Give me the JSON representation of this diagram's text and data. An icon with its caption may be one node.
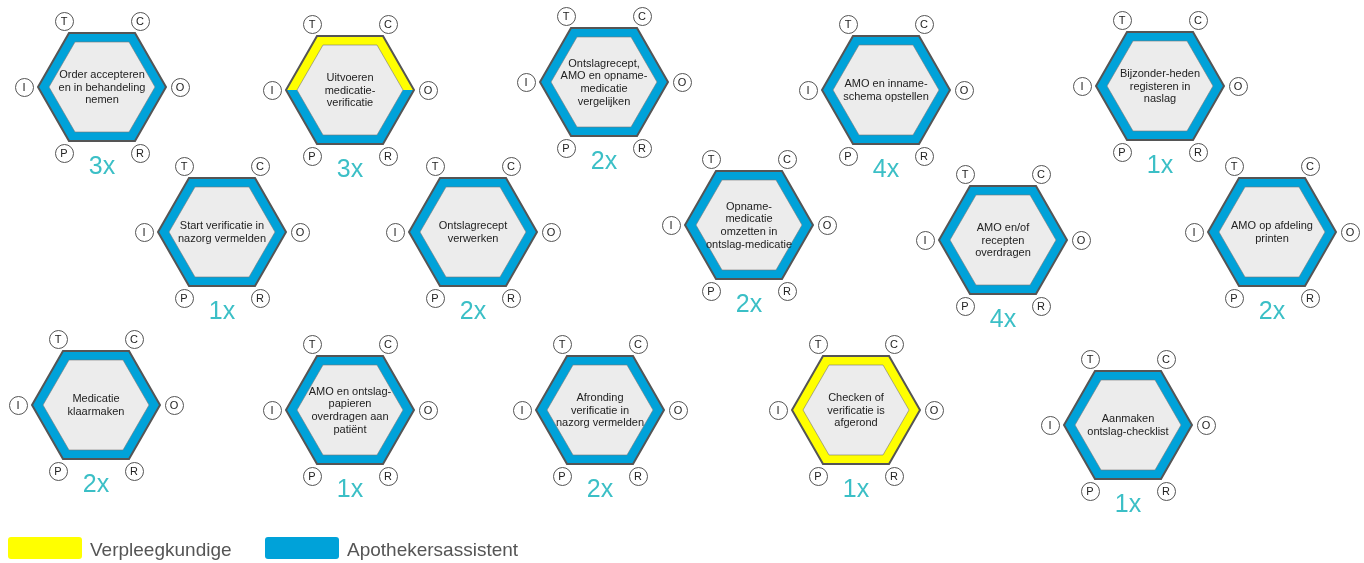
{
  "diagram": {
    "nodes": [
      {
        "text": [
          "Order accepteren en in behandeling nemen"
        ],
        "beside": [
          "3x"
        ]
      },
      {
        "text": [
          "T"
        ]
      },
      {
        "text": [
          "C"
        ]
      },
      {
        "text": [
          "I"
        ]
      },
      {
        "text": [
          "O"
        ]
      },
      {
        "text": [
          "P"
        ]
      },
      {
        "text": [
          "R"
        ]
      },
      {
        "text": [
          "Uitvoeren medicatie-verificatie"
        ],
        "beside": [
          "3x"
        ]
      },
      {
        "text": [
          "T"
        ]
      },
      {
        "text": [
          "C"
        ]
      },
      {
        "text": [
          "I"
        ]
      },
      {
        "text": [
          "O"
        ]
      },
      {
        "text": [
          "P"
        ]
      },
      {
        "text": [
          "R"
        ]
      },
      {
        "text": [
          "Ontslagrecept, AMO en opname-medicatie vergelijken"
        ],
        "beside": [
          "2x"
        ]
      },
      {
        "text": [
          "T"
        ]
      },
      {
        "text": [
          "C"
        ]
      },
      {
        "text": [
          "I"
        ]
      },
      {
        "text": [
          "O"
        ]
      },
      {
        "text": [
          "P"
        ]
      },
      {
        "text": [
          "R"
        ]
      },
      {
        "text": [
          "AMO en inname-schema opstellen"
        ],
        "beside": [
          "4x"
        ]
      },
      {
        "text": [
          "T"
        ]
      },
      {
        "text": [
          "C"
        ]
      },
      {
        "text": [
          "I"
        ]
      },
      {
        "text": [
          "O"
        ]
      },
      {
        "text": [
          "P"
        ]
      },
      {
        "text": [
          "R"
        ]
      },
      {
        "text": [
          "Bijzonder-heden registeren in naslag"
        ],
        "beside": [
          "1x"
        ]
      },
      {
        "text": [
          "T"
        ]
      },
      {
        "text": [
          "C"
        ]
      },
      {
        "text": [
          "I"
        ]
      },
      {
        "text": [
          "O"
        ]
      },
      {
        "text": [
          "P"
        ]
      },
      {
        "text": [
          "R"
        ]
      },
      {
        "text": [
          "Start verificatie in nazorg vermelden"
        ],
        "beside": [
          "1x"
        ]
      },
      {
        "text": [
          "T"
        ]
      },
      {
        "text": [
          "C"
        ]
      },
      {
        "text": [
          "I"
        ]
      },
      {
        "text": [
          "O"
        ]
      },
      {
        "text": [
          "P"
        ]
      },
      {
        "text": [
          "R"
        ]
      },
      {
        "text": [
          "Ontslagrecept verwerken"
        ],
        "beside": [
          "2x"
        ]
      },
      {
        "text": [
          "T"
        ]
      },
      {
        "text": [
          "C"
        ]
      },
      {
        "text": [
          "I"
        ]
      },
      {
        "text": [
          "O"
        ]
      },
      {
        "text": [
          "P"
        ]
      },
      {
        "text": [
          "R"
        ]
      },
      {
        "text": [
          "Opname-medicatie omzetten in ontslag-medicatie"
        ],
        "beside": [
          "2x"
        ]
      },
      {
        "text": [
          "T"
        ]
      },
      {
        "text": [
          "C"
        ]
      },
      {
        "text": [
          "I"
        ]
      },
      {
        "text": [
          "O"
        ]
      },
      {
        "text": [
          "P"
        ]
      },
      {
        "text": [
          "R"
        ]
      },
      {
        "text": [
          "AMO en/of recepten overdragen"
        ],
        "beside": [
          "4x"
        ]
      },
      {
        "text": [
          "T"
        ]
      },
      {
        "text": [
          "C"
        ]
      },
      {
        "text": [
          "I"
        ]
      },
      {
        "text": [
          "O"
        ]
      },
      {
        "text": [
          "P"
        ]
      },
      {
        "text": [
          "R"
        ]
      },
      {
        "text": [
          "AMO op afdeling printen"
        ],
        "beside": [
          "2x"
        ]
      },
      {
        "text": [
          "T"
        ]
      },
      {
        "text": [
          "C"
        ]
      },
      {
        "text": [
          "I"
        ]
      },
      {
        "text": [
          "O"
        ]
      },
      {
        "text": [
          "P"
        ]
      },
      {
        "text": [
          "R"
        ]
      },
      {
        "text": [
          "Medicatie klaarmaken"
        ],
        "beside": [
          "2x"
        ]
      },
      {
        "text": [
          "T"
        ]
      },
      {
        "text": [
          "C"
        ]
      },
      {
        "text": [
          "I"
        ]
      },
      {
        "text": [
          "O"
        ]
      },
      {
        "text": [
          "P"
        ]
      },
      {
        "text": [
          "R"
        ]
      },
      {
        "text": [
          "AMO en ontslag-papieren overdragen aan patiënt"
        ],
        "beside": [
          "1x"
        ]
      },
      {
        "text": [
          "T"
        ]
      },
      {
        "text": [
          "C"
        ]
      },
      {
        "text": [
          "I"
        ]
      },
      {
        "text": [
          "O"
        ]
      },
      {
        "text": [
          "P"
        ]
      },
      {
        "text": [
          "R"
        ]
      },
      {
        "text": [
          "Afronding verificatie in nazorg vermelden"
        ],
        "beside": [
          "2x"
        ]
      },
      {
        "text": [
          "T"
        ]
      },
      {
        "text": [
          "C"
        ]
      },
      {
        "text": [
          "I"
        ]
      },
      {
        "text": [
          "O"
        ]
      },
      {
        "text": [
          "P"
        ]
      },
      {
        "text": [
          "R"
        ]
      },
      {
        "text": [
          "Checken of verificatie is afgerond"
        ],
        "beside": [
          "1x"
        ]
      },
      {
        "text": [
          "T"
        ]
      },
      {
        "text": [
          "C"
        ]
      },
      {
        "text": [
          "I"
        ]
      },
      {
        "text": [
          "O"
        ]
      },
      {
        "text": [
          "P"
        ]
      },
      {
        "text": [
          "R"
        ]
      },
      {
        "text": [
          "Aanmaken ontslag-checklist"
        ],
        "beside": [
          "1x"
        ]
      },
      {
        "text": [
          "T"
        ]
      },
      {
        "text": [
          "C"
        ]
      },
      {
        "text": [
          "I"
        ]
      },
      {
        "text": [
          "O"
        ]
      },
      {
        "text": [
          "P"
        ]
      },
      {
        "text": [
          "R"
        ]
      }
    ],
    "legend": [
      {
        "text": "Verpleegkundige",
        "color": "#ffff00"
      },
      {
        "text": "Apothekersassistent",
        "color": "#00a2d9"
      }
    ]
  }
}
